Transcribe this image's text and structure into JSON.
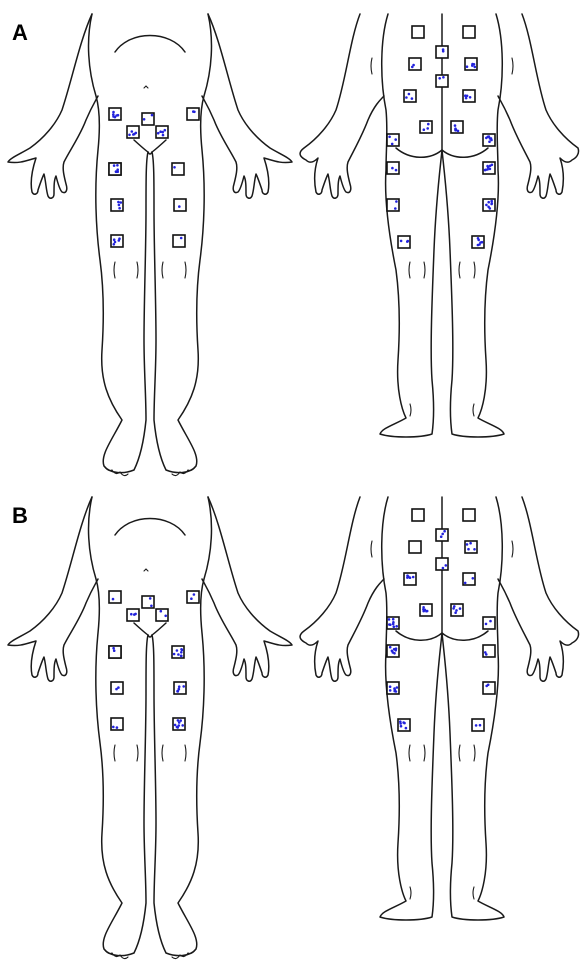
{
  "colors": {
    "marker": "#2222dd",
    "outline": "#1a1a1a",
    "background": "#ffffff"
  },
  "panels": [
    {
      "label": "A",
      "front_sites": [
        {
          "id": "f1",
          "n": 6
        },
        {
          "id": "f2",
          "n": 2
        },
        {
          "id": "f3",
          "n": 2
        },
        {
          "id": "f4",
          "n": 5
        },
        {
          "id": "f5",
          "n": 5
        },
        {
          "id": "f6",
          "n": 2
        },
        {
          "id": "f7",
          "n": 6
        },
        {
          "id": "f8",
          "n": 1
        },
        {
          "id": "f9",
          "n": 4
        },
        {
          "id": "f10",
          "n": 1
        },
        {
          "id": "f11",
          "n": 5
        },
        {
          "id": "f12",
          "n": 1
        }
      ],
      "back_sites": [
        {
          "id": "b1",
          "n": 0
        },
        {
          "id": "b2",
          "n": 0
        },
        {
          "id": "b3",
          "n": 2
        },
        {
          "id": "b4",
          "n": 2
        },
        {
          "id": "b5",
          "n": 5
        },
        {
          "id": "b6",
          "n": 2
        },
        {
          "id": "b7",
          "n": 3
        },
        {
          "id": "b8",
          "n": 4
        },
        {
          "id": "b9",
          "n": 3
        },
        {
          "id": "b10",
          "n": 6
        },
        {
          "id": "b11",
          "n": 3
        },
        {
          "id": "b12",
          "n": 7
        },
        {
          "id": "b13",
          "n": 2
        },
        {
          "id": "b14",
          "n": 8
        },
        {
          "id": "b15",
          "n": 2
        },
        {
          "id": "b16",
          "n": 7
        },
        {
          "id": "b17",
          "n": 3
        },
        {
          "id": "b18",
          "n": 6
        }
      ]
    },
    {
      "label": "B",
      "front_sites": [
        {
          "id": "f1",
          "n": 1
        },
        {
          "id": "f2",
          "n": 2
        },
        {
          "id": "f3",
          "n": 2
        },
        {
          "id": "f4",
          "n": 3
        },
        {
          "id": "f5",
          "n": 2
        },
        {
          "id": "f6",
          "n": 3
        },
        {
          "id": "f7",
          "n": 2
        },
        {
          "id": "f8",
          "n": 8
        },
        {
          "id": "f9",
          "n": 2
        },
        {
          "id": "f10",
          "n": 6
        },
        {
          "id": "f11",
          "n": 2
        },
        {
          "id": "f12",
          "n": 8
        }
      ],
      "back_sites": [
        {
          "id": "b1",
          "n": 0
        },
        {
          "id": "b2",
          "n": 0
        },
        {
          "id": "b3",
          "n": 3
        },
        {
          "id": "b4",
          "n": 0
        },
        {
          "id": "b5",
          "n": 4
        },
        {
          "id": "b6",
          "n": 2
        },
        {
          "id": "b7",
          "n": 5
        },
        {
          "id": "b8",
          "n": 2
        },
        {
          "id": "b9",
          "n": 6
        },
        {
          "id": "b10",
          "n": 5
        },
        {
          "id": "b11",
          "n": 8
        },
        {
          "id": "b12",
          "n": 2
        },
        {
          "id": "b13",
          "n": 7
        },
        {
          "id": "b14",
          "n": 2
        },
        {
          "id": "b15",
          "n": 7
        },
        {
          "id": "b16",
          "n": 2
        },
        {
          "id": "b17",
          "n": 6
        },
        {
          "id": "b18",
          "n": 2
        }
      ]
    }
  ]
}
